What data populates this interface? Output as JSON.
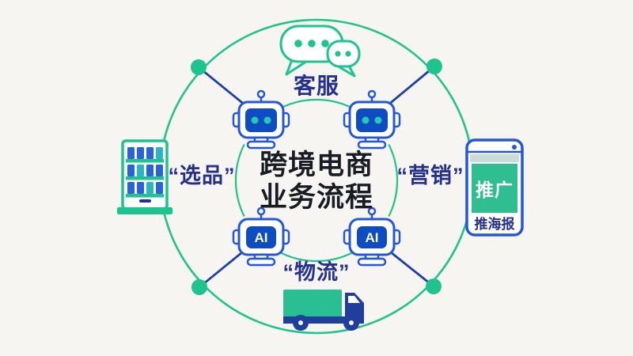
{
  "title": {
    "line1": "跨境电商",
    "line2": "业务流程"
  },
  "labels": {
    "customer_service": "客服",
    "selection": "“选品”",
    "marketing": "“营销”",
    "logistics": "“物流”"
  },
  "marketing_icon": {
    "promo": "推广",
    "poster": "推海报"
  },
  "robot": {
    "ai_text": "AI"
  },
  "icons": {
    "top": "chat-bubbles-icon",
    "left": "vending-machine-icon",
    "right": "browser-poster-icon",
    "bottom": "truck-icon"
  },
  "colors": {
    "background": "#f7f5f1",
    "green": "#1ec38f",
    "truck_green": "#2abf92",
    "promo_green": "#2ebe90",
    "navy_label": "#26318f",
    "title_dark": "#191b24",
    "connector_blue": "#1d3fa8",
    "robot_outline_blue": "#2357d8",
    "robot_face_blue": "#0e4cc1",
    "eye_teal": "#25c8b2",
    "truck_navy": "#203e9c",
    "address_bar": "#cbdcd7",
    "product_blue": "#2a62d8",
    "product_teal": "#2ab5c0"
  }
}
